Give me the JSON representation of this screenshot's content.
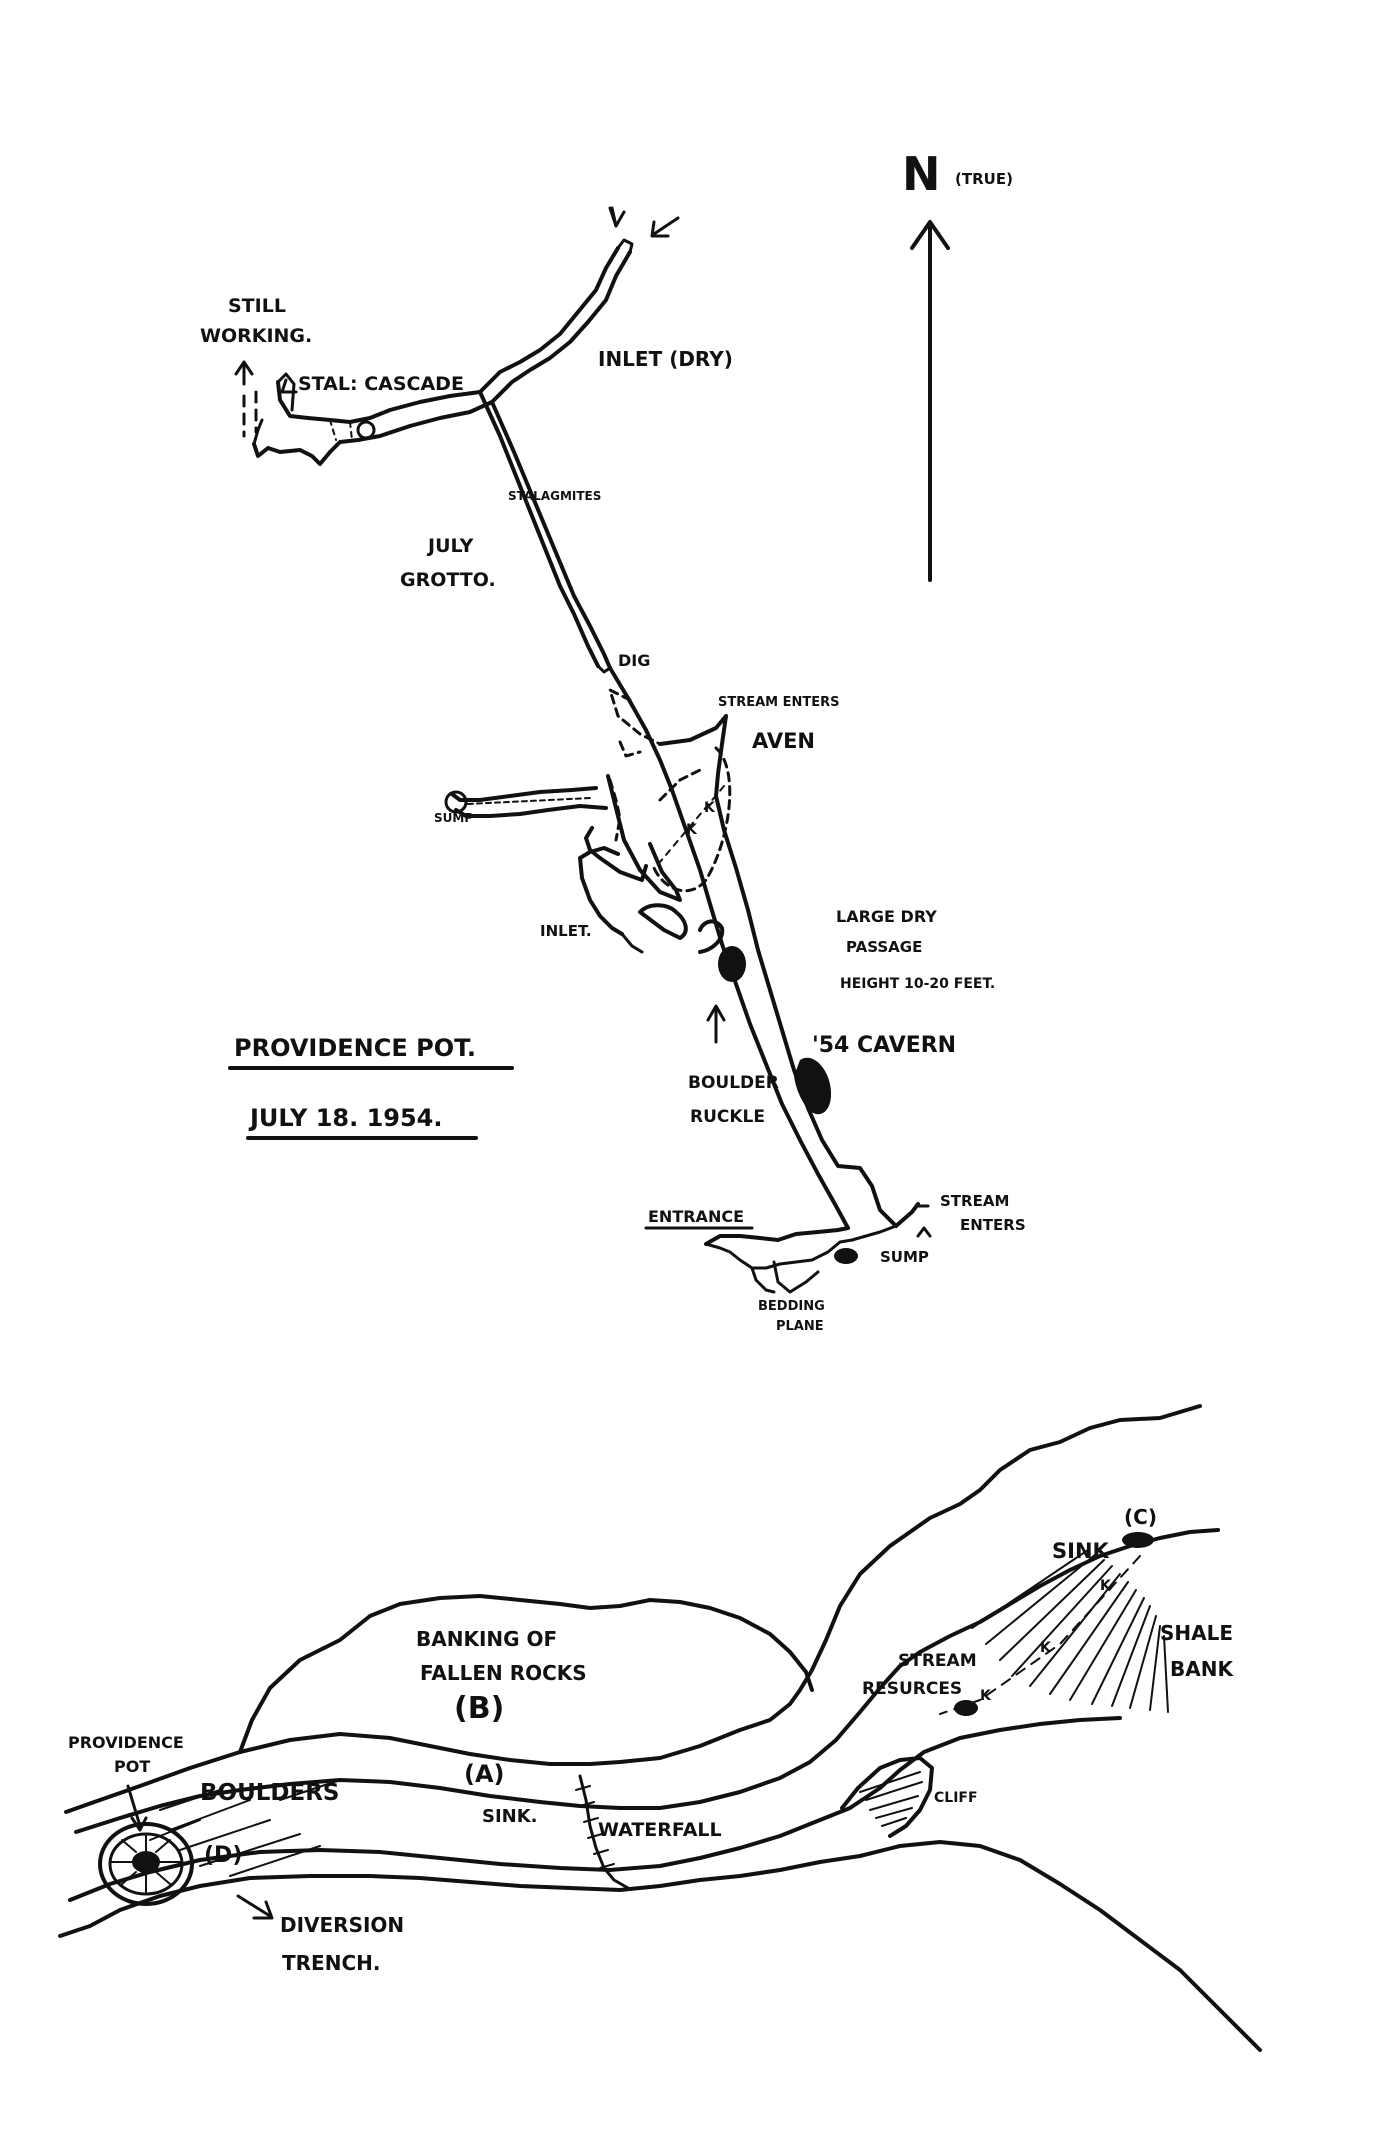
{
  "survey_map": {
    "compass": {
      "letter": "N",
      "qualifier": "(TRUE)"
    },
    "title": "PROVIDENCE POT.",
    "date": "JULY 18. 1954.",
    "labels": {
      "still_working": [
        "STILL",
        "WORKING."
      ],
      "stal_cascade": "STAL: CASCADE",
      "inlet_dry": "INLET (DRY)",
      "stalagmites": "STALAGMITES",
      "july_grotto": [
        "JULY",
        "GROTTO."
      ],
      "dig": "DIG",
      "stream_enters_upper": "STREAM ENTERS",
      "aven": "AVEN",
      "sump_upper": "SUMP",
      "inlet": "INLET.",
      "large_dry_passage": [
        "LARGE DRY",
        "PASSAGE",
        "HEIGHT 10-20 FEET."
      ],
      "cavern_54": "'54 CAVERN",
      "boulder_ruckle": [
        "BOULDER",
        "RUCKLE"
      ],
      "entrance": "ENTRANCE",
      "stream_enters_lower": [
        "STREAM",
        "ENTERS"
      ],
      "sump_lower": "SUMP",
      "bedding_plane": [
        "BEDDING",
        "PLANE"
      ]
    }
  },
  "surface_sketch": {
    "labels": {
      "sink_c": "SINK",
      "marker_c": "(C)",
      "shale_bank": [
        "SHALE",
        "BANK"
      ],
      "banking": [
        "BANKING OF",
        "FALLEN ROCKS"
      ],
      "marker_b": "(B)",
      "stream_resurces": [
        "STREAM",
        "RESURCES"
      ],
      "providence_pot": [
        "PROVIDENCE",
        "POT"
      ],
      "boulders": "BOULDERS",
      "marker_a": "(A)",
      "sink_a": "SINK.",
      "waterfall": "WATERFALL",
      "cliff": "CLIFF",
      "marker_d": "(D)",
      "diversion_trench": [
        "DIVERSION",
        "TRENCH."
      ]
    }
  }
}
